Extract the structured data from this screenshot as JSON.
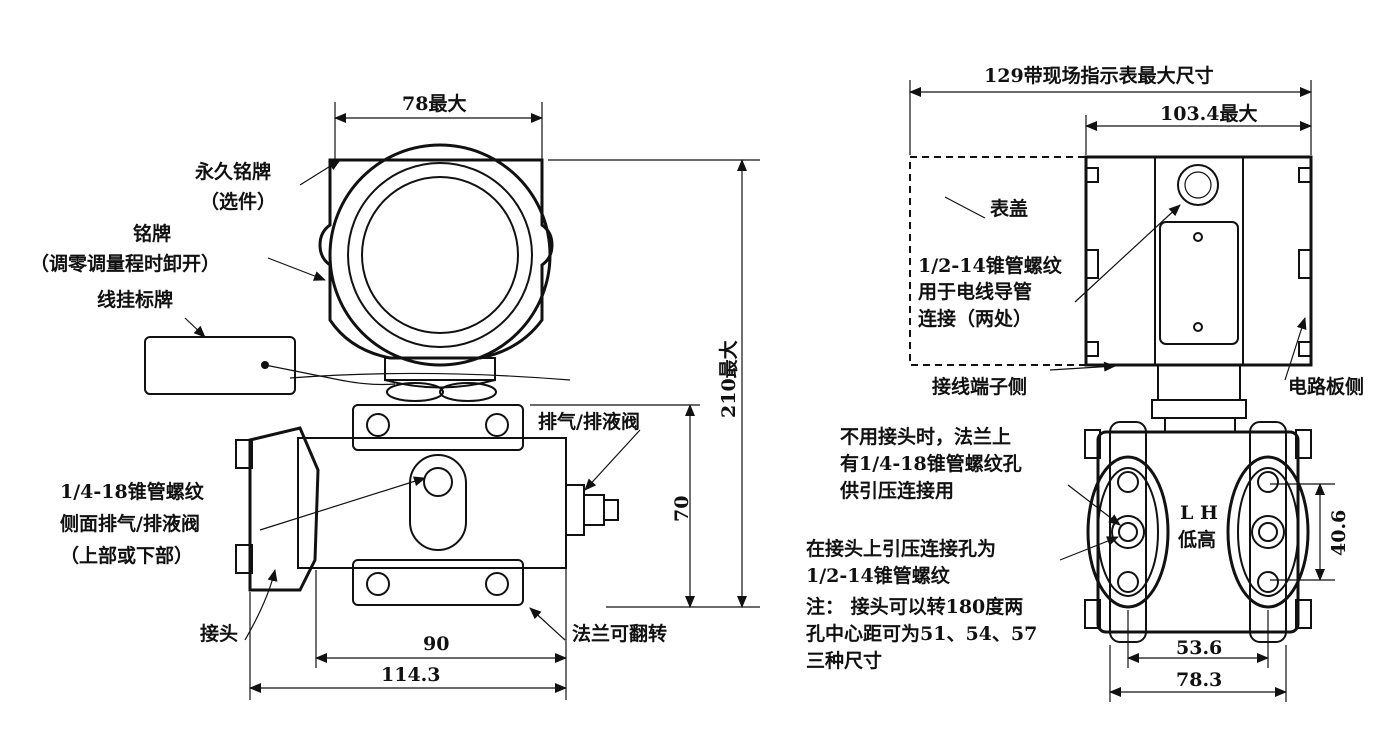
{
  "left_view": {
    "dim_top_width": "78最大",
    "dim_height_total": "210最大",
    "dim_flange_height": "70",
    "dim_inner_width": "90",
    "dim_outer_width": "114.3",
    "label_permanent_nameplate_1": "永久铭牌",
    "label_permanent_nameplate_2": "（选件）",
    "label_nameplate_1": "铭牌",
    "label_nameplate_2": "（调零调量程时卸开）",
    "label_wire_tag": "线挂标牌",
    "label_vent_valve": "排气/排液阀",
    "label_side_vent_1": "1/4-18锥管螺纹",
    "label_side_vent_2": "侧面排气/排液阀",
    "label_side_vent_3": "（上部或下部）",
    "label_connector": "接头",
    "label_flange_reversible": "法兰可翻转"
  },
  "right_view": {
    "dim_with_indicator": "129带现场指示表最大尺寸",
    "dim_max_width": "103.4最大",
    "label_cover": "表盖",
    "label_conduit_1": "1/2-14锥管螺纹",
    "label_conduit_2": "用于电线导管",
    "label_conduit_3": "连接（两处）",
    "label_terminal_side": "接线端子侧",
    "label_circuit_side": "电路板侧",
    "label_no_connector_1": "不用接头时，法兰上",
    "label_no_connector_2": "有1/4-18锥管螺纹孔",
    "label_no_connector_3": "供引压连接用",
    "label_pressure_hole_1": "在接头上引压连接孔为",
    "label_pressure_hole_2": "1/2-14锥管螺纹",
    "label_note_1": "注：  接头可以转180度两",
    "label_note_2": "孔中心距可为51、54、57",
    "label_note_3": "三种尺寸",
    "label_LH": "L H",
    "label_low_high": "低高",
    "dim_side_height": "40.6",
    "dim_inner": "53.6",
    "dim_outer": "78.3"
  }
}
